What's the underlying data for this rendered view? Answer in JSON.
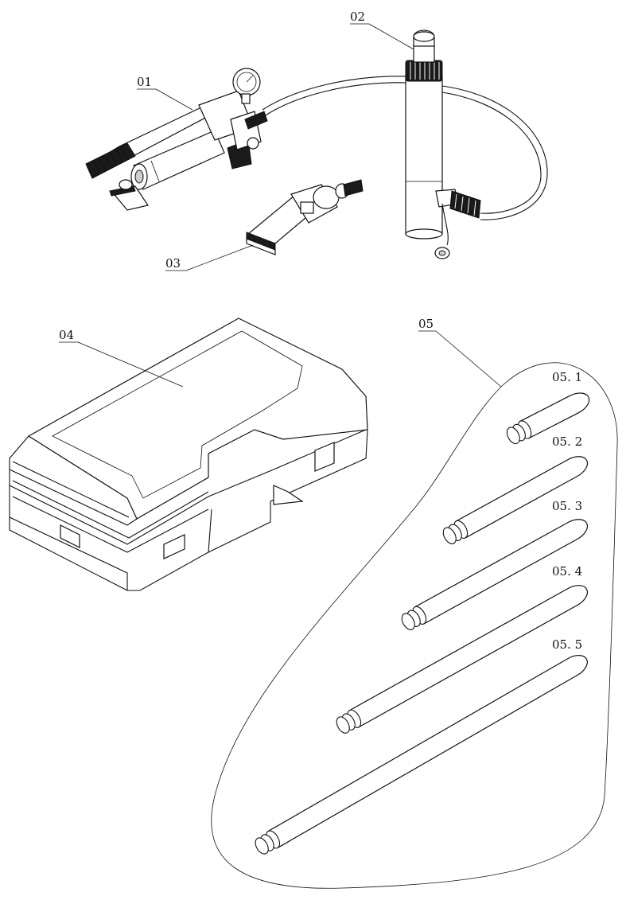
{
  "callouts": {
    "c01": "01",
    "c02": "02",
    "c03": "03",
    "c04": "04",
    "c05": "05",
    "c05_1": "05. 1",
    "c05_2": "05. 2",
    "c05_3": "05. 3",
    "c05_4": "05. 4",
    "c05_5": "05. 5"
  },
  "colors": {
    "ink": "#111111",
    "paper": "#ffffff"
  }
}
